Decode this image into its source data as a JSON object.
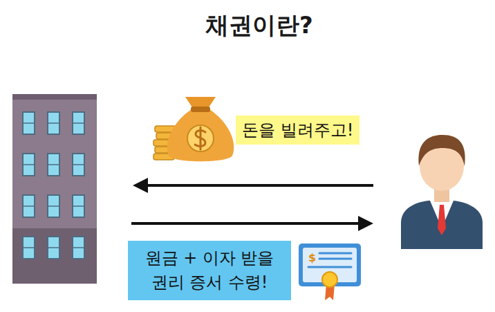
{
  "diagram": {
    "title": "채권이란?",
    "nodes": [
      {
        "text": [
          "돈을 빌려주고!"
        ]
      },
      {
        "text": [
          "원금 + 이자 받을 권리 증서 수령!"
        ]
      }
    ]
  }
}
